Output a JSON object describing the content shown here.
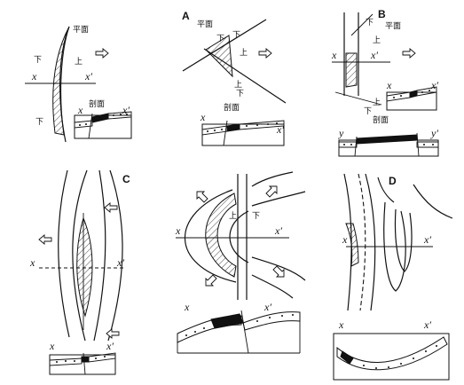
{
  "panels": [
    {
      "id": "A",
      "label": "A"
    },
    {
      "id": "B",
      "label": "B"
    },
    {
      "id": "C",
      "label": "C"
    },
    {
      "id": "D",
      "label": "D"
    }
  ],
  "text": {
    "plan": "平面",
    "section": "剖面",
    "up": "上",
    "down": "下",
    "x": "x",
    "x_prime": "x′",
    "y": "y",
    "y_prime": "y′"
  }
}
